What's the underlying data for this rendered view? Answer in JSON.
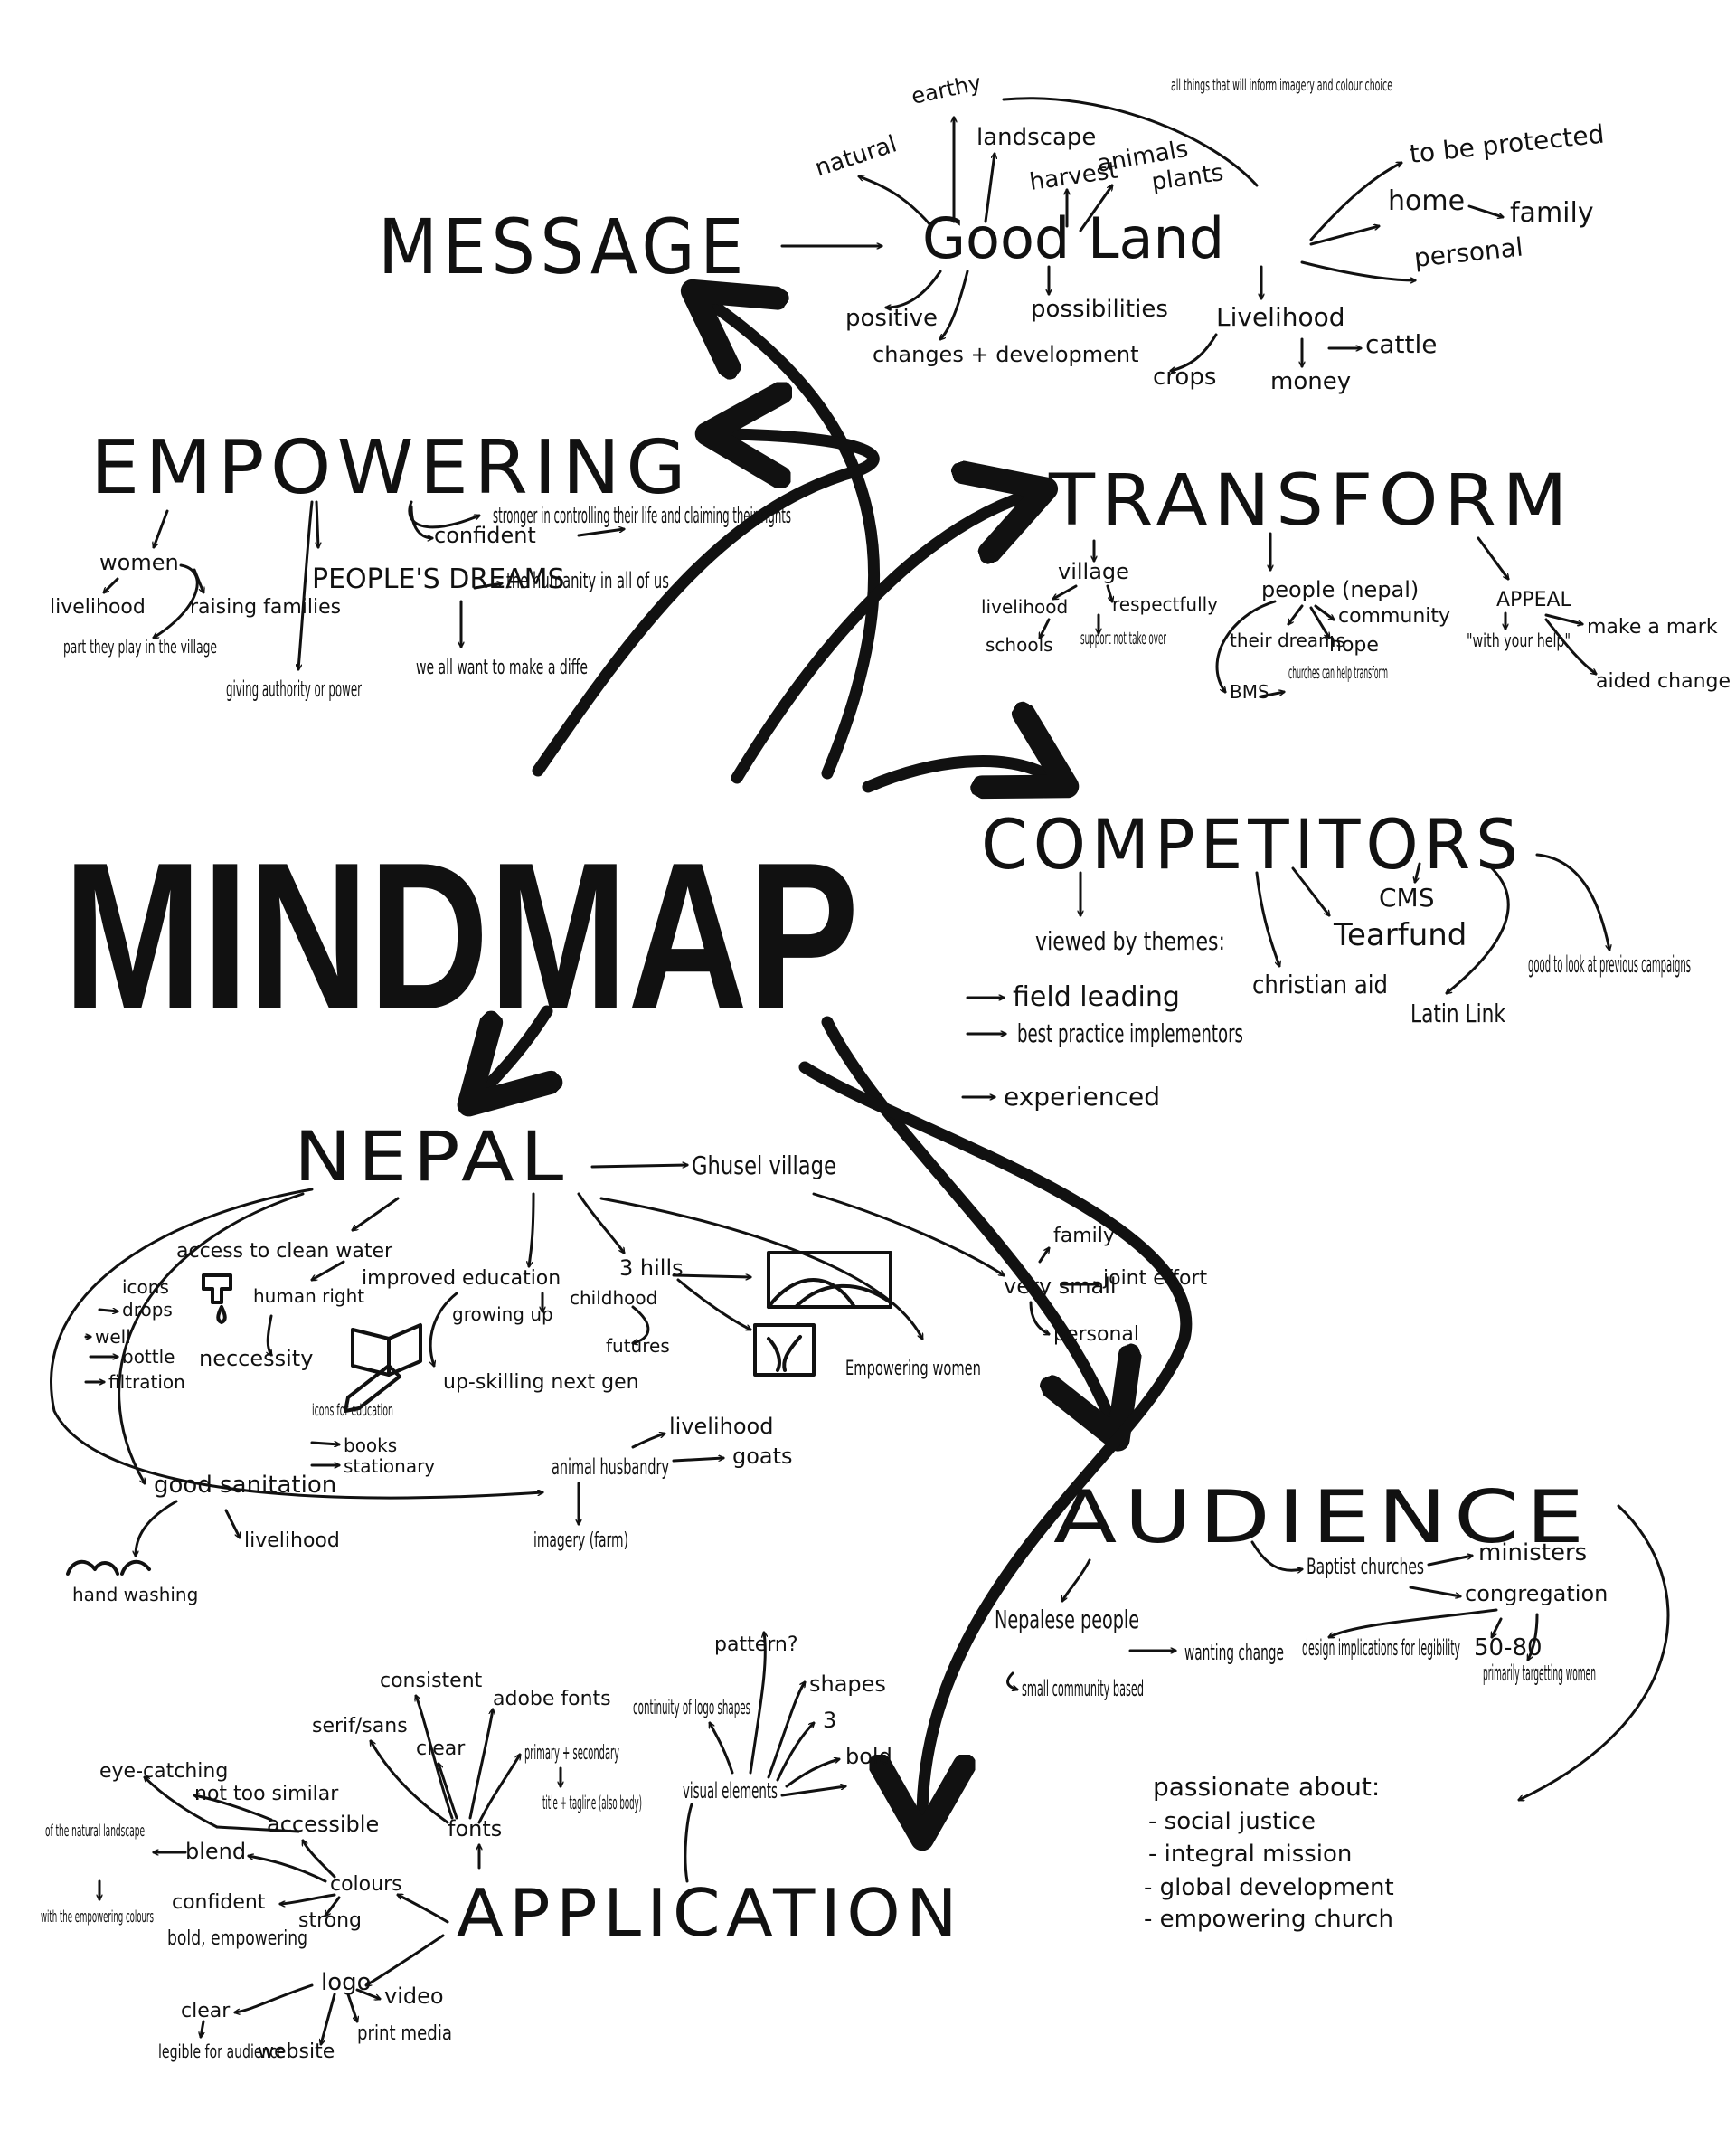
{
  "center": {
    "label": "MINDMAP"
  },
  "branches": [
    {
      "id": "message",
      "label": "MESSAGE"
    },
    {
      "id": "empowering",
      "label": "EMPOWERING"
    },
    {
      "id": "transform",
      "label": "TRANSFORM"
    },
    {
      "id": "competitors",
      "label": "COMPETITORS"
    },
    {
      "id": "nepal",
      "label": "NEPAL"
    },
    {
      "id": "audience",
      "label": "AUDIENCE"
    },
    {
      "id": "application",
      "label": "APPLICATION"
    }
  ],
  "nodes": [
    {
      "id": "good-land",
      "label": "Good Land"
    },
    {
      "id": "earthy",
      "label": "earthy"
    },
    {
      "id": "natural",
      "label": "natural"
    },
    {
      "id": "landscape",
      "label": "landscape"
    },
    {
      "id": "harvest",
      "label": "harvest"
    },
    {
      "id": "animals",
      "label": "animals"
    },
    {
      "id": "plants",
      "label": "plants"
    },
    {
      "id": "all-things",
      "label": "all things that will inform imagery and colour choice"
    },
    {
      "id": "to-be-protected",
      "label": "to be protected"
    },
    {
      "id": "home",
      "label": "home"
    },
    {
      "id": "family-gl",
      "label": "family"
    },
    {
      "id": "personal-gl",
      "label": "personal"
    },
    {
      "id": "positive",
      "label": "positive"
    },
    {
      "id": "possibilities",
      "label": "possibilities"
    },
    {
      "id": "changes-dev",
      "label": "changes + development"
    },
    {
      "id": "livelihood-gl",
      "label": "Livelihood"
    },
    {
      "id": "cattle",
      "label": "cattle"
    },
    {
      "id": "crops",
      "label": "crops"
    },
    {
      "id": "money",
      "label": "money"
    },
    {
      "id": "women",
      "label": "women"
    },
    {
      "id": "livelihood-w",
      "label": "livelihood"
    },
    {
      "id": "raising-families",
      "label": "raising families"
    },
    {
      "id": "part-play",
      "label": "part they play in the village"
    },
    {
      "id": "peoples-dreams",
      "label": "PEOPLE'S DREAMS"
    },
    {
      "id": "humanity",
      "label": "the humanity in all of us"
    },
    {
      "id": "we-all-want",
      "label": "we all want to make a diffe"
    },
    {
      "id": "giving-authority",
      "label": "giving authority or power"
    },
    {
      "id": "stronger",
      "label": "stronger in controlling their life and claiming their rights"
    },
    {
      "id": "confident-e",
      "label": "confident"
    },
    {
      "id": "village",
      "label": "village"
    },
    {
      "id": "livelihood-v",
      "label": "livelihood"
    },
    {
      "id": "respectfully",
      "label": "respectfully"
    },
    {
      "id": "schools",
      "label": "schools"
    },
    {
      "id": "support-not-takeover",
      "label": "support not take over"
    },
    {
      "id": "people-nepal",
      "label": "people (nepal)"
    },
    {
      "id": "community",
      "label": "community"
    },
    {
      "id": "their-dreams",
      "label": "their dreams"
    },
    {
      "id": "hope",
      "label": "hope"
    },
    {
      "id": "bms",
      "label": "BMS"
    },
    {
      "id": "churches-help",
      "label": "churches can help transform"
    },
    {
      "id": "appeal",
      "label": "APPEAL"
    },
    {
      "id": "with-your-help",
      "label": "\"with your help\""
    },
    {
      "id": "make-a-mark",
      "label": "make a mark"
    },
    {
      "id": "aided-change",
      "label": "aided change"
    },
    {
      "id": "cms",
      "label": "CMS"
    },
    {
      "id": "tearfund",
      "label": "Tearfund"
    },
    {
      "id": "viewed-themes",
      "label": "viewed by themes:"
    },
    {
      "id": "field-leading",
      "label": "field leading"
    },
    {
      "id": "best-practice",
      "label": "best practice implementors"
    },
    {
      "id": "experienced",
      "label": "experienced"
    },
    {
      "id": "christian-aid",
      "label": "christian aid"
    },
    {
      "id": "latin-link",
      "label": "Latin Link"
    },
    {
      "id": "good-to-look",
      "label": "good to look at previous campaigns"
    },
    {
      "id": "ghusel",
      "label": "Ghusel village"
    },
    {
      "id": "access-water",
      "label": "access to clean water"
    },
    {
      "id": "icons-water",
      "label": "icons"
    },
    {
      "id": "drops",
      "label": "drops"
    },
    {
      "id": "well",
      "label": "well"
    },
    {
      "id": "bottle",
      "label": "bottle"
    },
    {
      "id": "filtration",
      "label": "filtration"
    },
    {
      "id": "human-right",
      "label": "human right"
    },
    {
      "id": "necessity",
      "label": "neccessity"
    },
    {
      "id": "improved-education",
      "label": "improved education"
    },
    {
      "id": "childhood",
      "label": "childhood"
    },
    {
      "id": "growing-up",
      "label": "growing up"
    },
    {
      "id": "futures",
      "label": "futures"
    },
    {
      "id": "up-skilling",
      "label": "up-skilling next gen"
    },
    {
      "id": "icons-education",
      "label": "icons for education"
    },
    {
      "id": "books",
      "label": "books"
    },
    {
      "id": "stationary",
      "label": "stationary"
    },
    {
      "id": "three-hills",
      "label": "3 hills"
    },
    {
      "id": "empowering-women",
      "label": "Empowering women"
    },
    {
      "id": "very-small",
      "label": "very small"
    },
    {
      "id": "family-n",
      "label": "family"
    },
    {
      "id": "joint-effort",
      "label": "joint effort"
    },
    {
      "id": "personal-n",
      "label": "personal"
    },
    {
      "id": "good-sanitation",
      "label": "good sanitation"
    },
    {
      "id": "livelihood-s",
      "label": "livelihood"
    },
    {
      "id": "hand-washing",
      "label": "hand washing"
    },
    {
      "id": "animal-husbandry",
      "label": "animal husbandry"
    },
    {
      "id": "livelihood-a",
      "label": "livelihood"
    },
    {
      "id": "goats",
      "label": "goats"
    },
    {
      "id": "imagery-farm",
      "label": "imagery (farm)"
    },
    {
      "id": "nepalese-people",
      "label": "Nepalese people"
    },
    {
      "id": "wanting-change",
      "label": "wanting change"
    },
    {
      "id": "small-community",
      "label": "small community based"
    },
    {
      "id": "baptist-churches",
      "label": "Baptist churches"
    },
    {
      "id": "ministers",
      "label": "ministers"
    },
    {
      "id": "congregation",
      "label": "congregation"
    },
    {
      "id": "design-implications",
      "label": "design implications for legibility"
    },
    {
      "id": "fifty-eighty",
      "label": "50-80"
    },
    {
      "id": "primarily-women",
      "label": "primarily targetting women"
    },
    {
      "id": "passionate-about",
      "label": "passionate about:"
    },
    {
      "id": "social-justice",
      "label": "- social justice"
    },
    {
      "id": "integral-mission",
      "label": "- integral mission"
    },
    {
      "id": "global-development",
      "label": "- global development"
    },
    {
      "id": "empowering-church",
      "label": "- empowering church"
    },
    {
      "id": "fonts",
      "label": "fonts"
    },
    {
      "id": "consistent",
      "label": "consistent"
    },
    {
      "id": "adobe-fonts",
      "label": "adobe fonts"
    },
    {
      "id": "serif-sans",
      "label": "serif/sans"
    },
    {
      "id": "clear-f",
      "label": "clear"
    },
    {
      "id": "primary-secondary",
      "label": "primary + secondary"
    },
    {
      "id": "title-tagline",
      "label": "title + tagline (also body)"
    },
    {
      "id": "visual-elements",
      "label": "visual elements"
    },
    {
      "id": "continuity",
      "label": "continuity of logo shapes"
    },
    {
      "id": "pattern",
      "label": "pattern?"
    },
    {
      "id": "shapes",
      "label": "shapes"
    },
    {
      "id": "three",
      "label": "3"
    },
    {
      "id": "bold-v",
      "label": "bold"
    },
    {
      "id": "colours",
      "label": "colours"
    },
    {
      "id": "accessible",
      "label": "accessible"
    },
    {
      "id": "not-too-similar",
      "label": "not too similar"
    },
    {
      "id": "eye-catching",
      "label": "eye-catching"
    },
    {
      "id": "blend",
      "label": "blend"
    },
    {
      "id": "of-natural-landscape",
      "label": "of the natural landscape"
    },
    {
      "id": "with-empowering-colours",
      "label": "with the empowering colours"
    },
    {
      "id": "confident-c",
      "label": "confident"
    },
    {
      "id": "strong",
      "label": "strong"
    },
    {
      "id": "bold-empowering",
      "label": "bold, empowering"
    },
    {
      "id": "logo",
      "label": "logo"
    },
    {
      "id": "clear-l",
      "label": "clear"
    },
    {
      "id": "legible-audience",
      "label": "legible for audience"
    },
    {
      "id": "website",
      "label": "website"
    },
    {
      "id": "print-media",
      "label": "print media"
    },
    {
      "id": "video",
      "label": "video"
    }
  ]
}
